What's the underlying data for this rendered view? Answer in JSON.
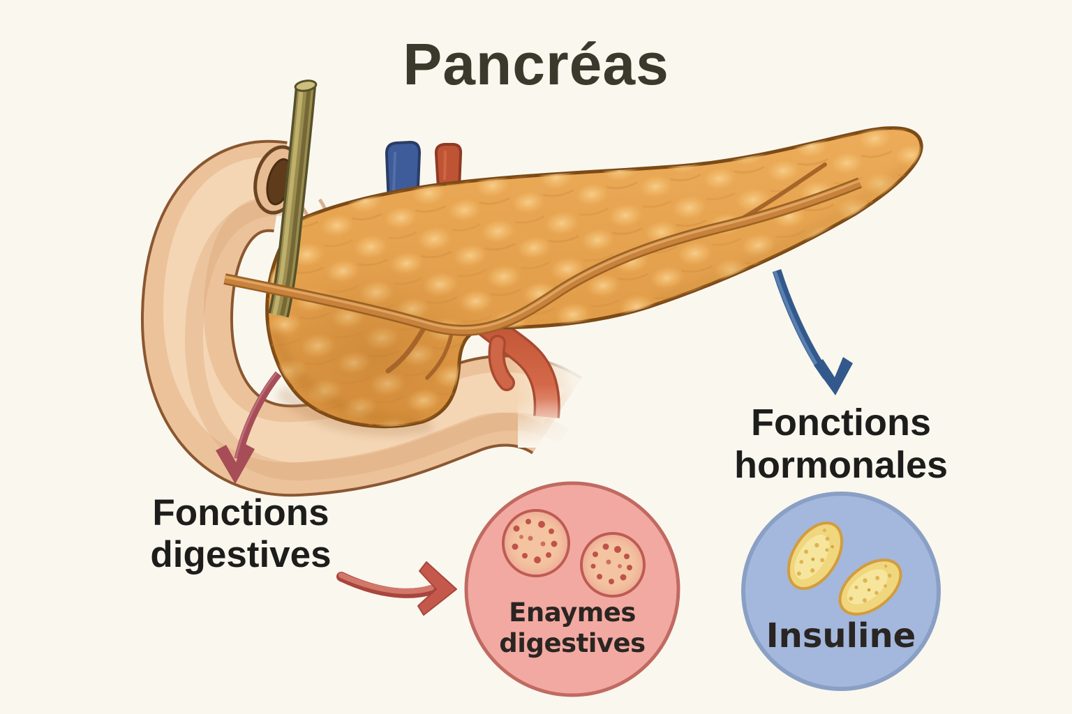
{
  "title": "Pancréas",
  "annotations": {
    "digestive": {
      "line1": "Fonctions",
      "line2": "digestives"
    },
    "hormonal": {
      "line1": "Fonctions",
      "line2": "hormonales"
    }
  },
  "bubbles": {
    "enzymes": {
      "line1": "Enaymes",
      "line2": "digestives"
    },
    "insulin": {
      "label": "Insuline"
    }
  },
  "colors": {
    "background": "#FAF7EF",
    "title_text": "#3B392C",
    "label_text": "#1D1D1B",
    "bubble_text": "#2A2522",
    "pancreas": "#E5A04C",
    "pancreas_outline": "#7C4A16",
    "pancreatic_duct": "#C8823C",
    "duodenum": "#ECC29B",
    "duodenum_outline": "#8A5730",
    "bile_duct": "#9A8C4E",
    "blue_vessel": "#3E5C9A",
    "red_vessel": "#BE5434",
    "mesenteric_vessel": "#CE6647",
    "digestive_arrow": "#A64D57",
    "enzyme_arrow": "#C4594B",
    "hormonal_arrow": "#33598C",
    "enzyme_circle": "#F2A9A1",
    "enzyme_circle_border": "#C06A62",
    "acinar_cell": "#F3C49F",
    "acinar_dots": "#C1524B",
    "insulin_circle": "#A3B8DC",
    "insulin_circle_border": "#8A9FC4",
    "islet_cell": "#F0D67C",
    "islet_cell_border": "#D29C3E"
  }
}
